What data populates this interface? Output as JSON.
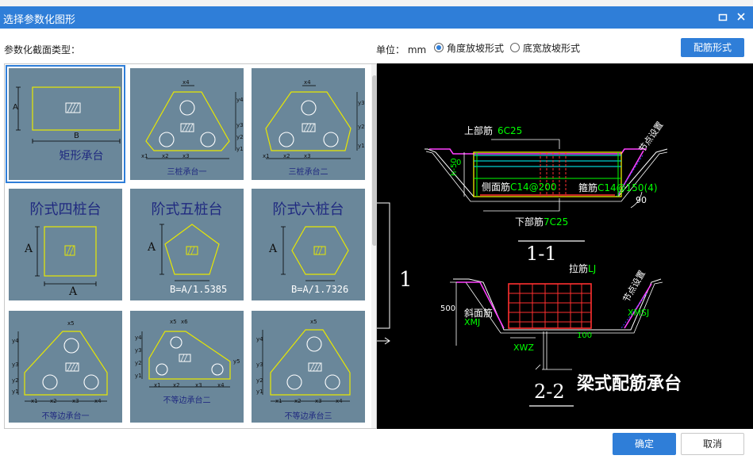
{
  "window": {
    "title": "选择参数化图形"
  },
  "form": {
    "section_type_label": "参数化截面类型：",
    "unit_label": "单位：",
    "unit_value": "mm",
    "radio_angle": "角度放坡形式",
    "radio_bottom": "底宽放坡形式",
    "rebar_button": "配筋形式"
  },
  "shapes": [
    {
      "name": "矩形承台",
      "dim_a": "A",
      "dim_b": "B"
    },
    {
      "name": "三桩承台一",
      "dims": [
        "x4",
        "y4",
        "y3",
        "y2",
        "y1",
        "x1",
        "x2",
        "x3"
      ]
    },
    {
      "name": "三桩承台二",
      "dims": [
        "x4",
        "y3",
        "y2",
        "y1",
        "x1",
        "x2",
        "x3"
      ]
    },
    {
      "name": "阶式四桩台",
      "dim_a": "A",
      "dim_b": "A"
    },
    {
      "name": "阶式五桩台",
      "dim_a": "A",
      "formula": "B=A/1.5385"
    },
    {
      "name": "阶式六桩台",
      "dim_a": "A",
      "formula": "B=A/1.7326"
    },
    {
      "name": "不等边承台一",
      "dims": [
        "x5",
        "y4",
        "y3",
        "y2",
        "y1",
        "x1",
        "x2",
        "x3",
        "x4"
      ]
    },
    {
      "name": "不等边承台二",
      "dims": [
        "x5",
        "x6",
        "y5",
        "y4",
        "y3",
        "y2",
        "y1",
        "x1",
        "x2",
        "x3",
        "x4"
      ]
    },
    {
      "name": "不等边承台三",
      "dims": [
        "x5",
        "y4",
        "y3",
        "y2",
        "y1",
        "x1",
        "x2",
        "x3",
        "x4"
      ]
    }
  ],
  "preview": {
    "top_rebar": "上部筋",
    "top_rebar_val": "6C25",
    "side_rebar": "侧面筋",
    "side_rebar_val": "C14@200",
    "stirrup": "箍筋",
    "stirrup_val": "C14@150(4)",
    "bottom_rebar": "下部筋",
    "bottom_rebar_val": "7C25",
    "anchor1": "节点设置",
    "anchor2": "节点设置",
    "angle": "90",
    "h_left": "h-50",
    "h_zero": "0",
    "section_1": "1-1",
    "section_2": "2-2",
    "tie_rebar": "拉筋",
    "tie_rebar_val": "LJ",
    "slope_rebar": "斜面筋",
    "slope_rebar_val": "XMJ",
    "xmsj": "XMSJ",
    "xwz": "XWZ",
    "dim_500": "500",
    "dim_100": "100",
    "callout_1": "1",
    "title": "梁式配筋承台"
  },
  "buttons": {
    "ok": "确定",
    "cancel": "取消"
  },
  "colors": {
    "accent": "#2f7ed8",
    "tile": "#6a879a",
    "preview_bg": "#000000"
  }
}
